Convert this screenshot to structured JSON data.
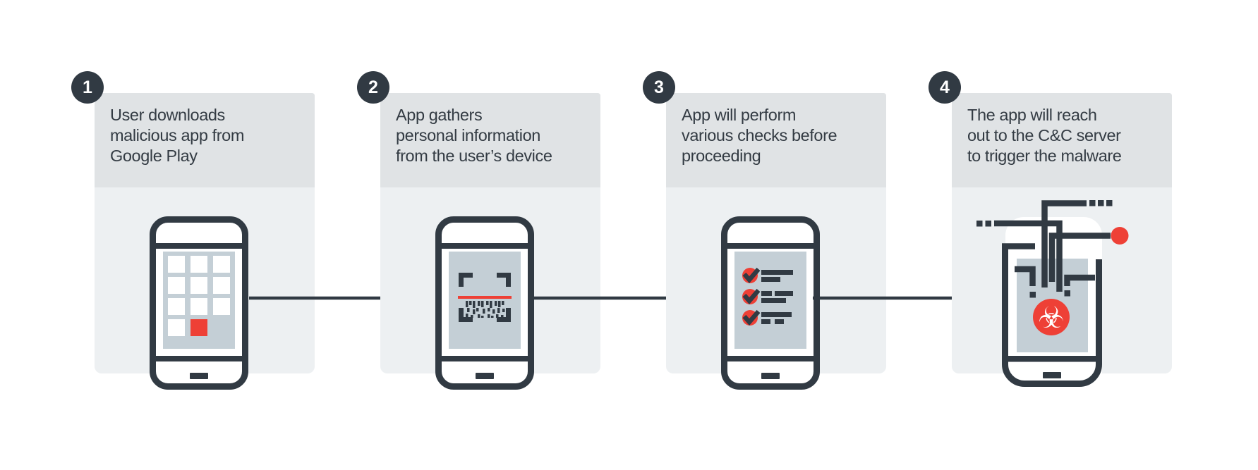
{
  "steps": [
    {
      "number": "1",
      "title": "User downloads\nmalicious app from\nGoogle Play",
      "illustration": "phone-app-grid-icon"
    },
    {
      "number": "2",
      "title": "App gathers\npersonal information\nfrom the user’s device",
      "illustration": "phone-scanner-icon"
    },
    {
      "number": "3",
      "title": "App will perform\nvarious checks before\nproceeding",
      "illustration": "phone-checklist-icon"
    },
    {
      "number": "4",
      "title": "The app will reach\nout to the C&C server\nto trigger the malware",
      "illustration": "phone-malware-cnc-icon"
    }
  ],
  "colors": {
    "dark": "#313a43",
    "red": "#ee4036",
    "screen_panel": "#c4cfd6",
    "panel_header": "#e0e3e5",
    "panel_body": "#edf0f2",
    "text": "#333b43",
    "background": "#ffffff"
  }
}
